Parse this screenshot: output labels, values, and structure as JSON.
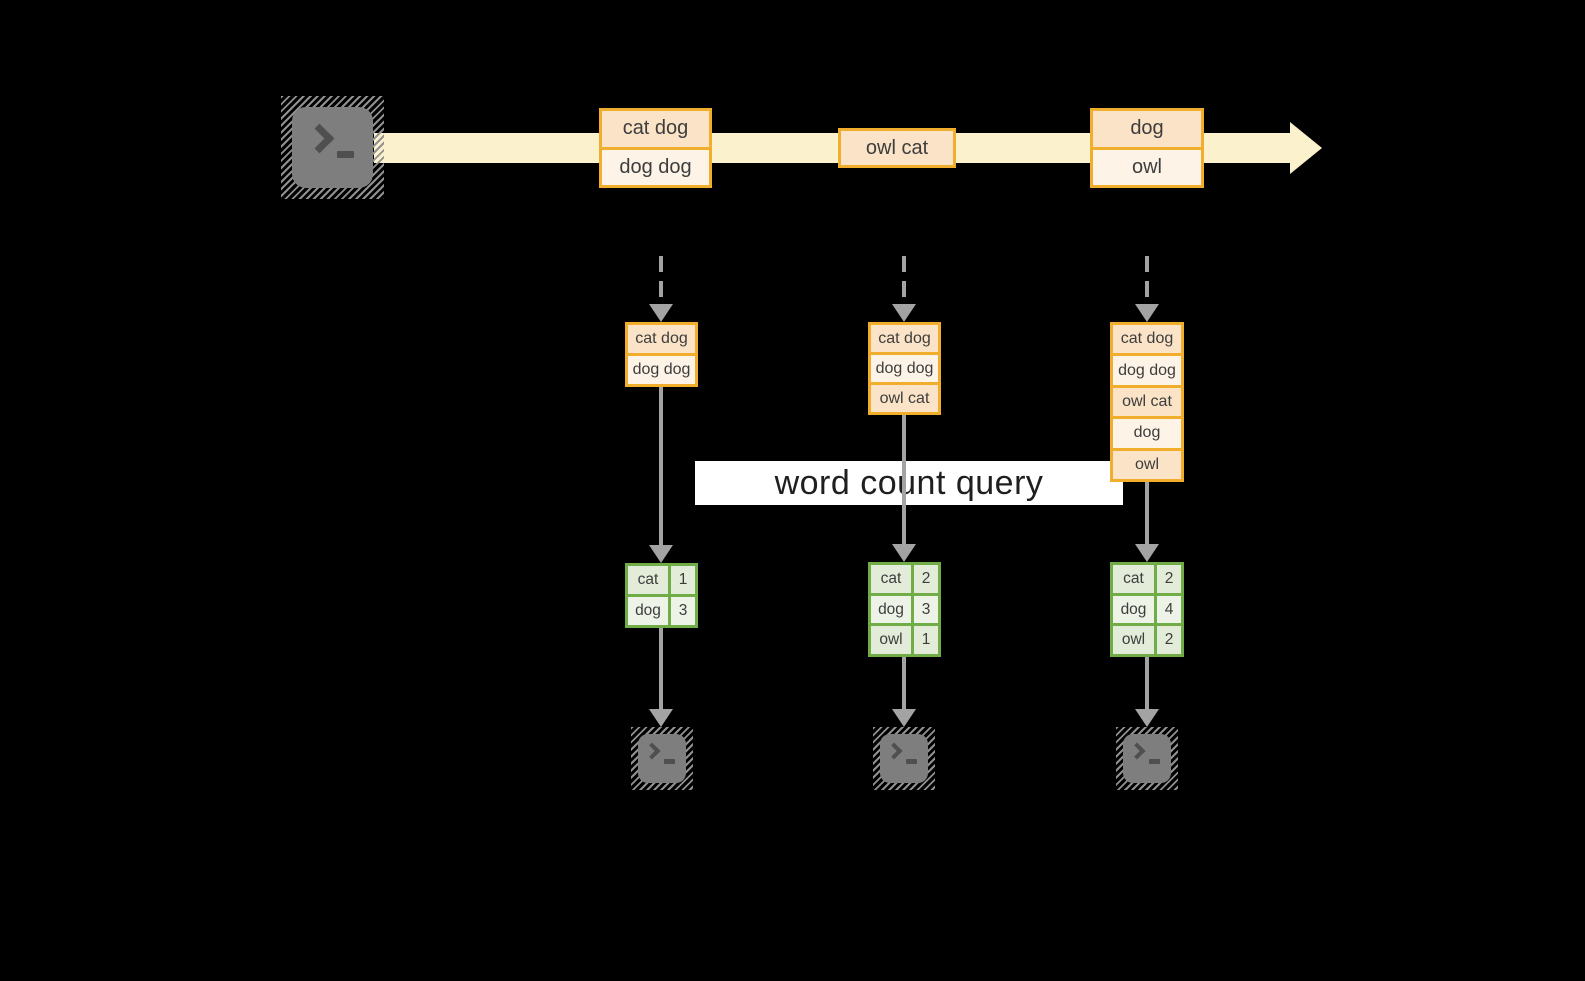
{
  "palette": {
    "background": "#000000",
    "stream_band": "#fbf1cd",
    "orange_border": "#f0ae2c",
    "orange_fill_dark": "#fae3c6",
    "orange_fill_light": "#fdf3e6",
    "green_border": "#71ad47",
    "green_fill_dark": "#e2ecd9",
    "green_fill_light": "#edf3e7",
    "arrow_gray": "#a3a3a3",
    "terminal_gray": "#7e7e7e",
    "text": "#3d3d3d"
  },
  "icons": {
    "source": "terminal-icon",
    "sink": "terminal-icon"
  },
  "stream": {
    "elements": [
      {
        "lines": [
          "cat dog",
          "dog dog"
        ]
      },
      {
        "lines": [
          "owl cat"
        ]
      },
      {
        "lines": [
          "dog",
          "owl"
        ]
      }
    ]
  },
  "query_label": "word count query",
  "columns": [
    {
      "buffer": [
        "cat dog",
        "dog dog"
      ],
      "counts": [
        {
          "word": "cat",
          "count": "1"
        },
        {
          "word": "dog",
          "count": "3"
        }
      ]
    },
    {
      "buffer": [
        "cat dog",
        "dog dog",
        "owl cat"
      ],
      "counts": [
        {
          "word": "cat",
          "count": "2"
        },
        {
          "word": "dog",
          "count": "3"
        },
        {
          "word": "owl",
          "count": "1"
        }
      ]
    },
    {
      "buffer": [
        "cat dog",
        "dog dog",
        "owl cat",
        "dog",
        "owl"
      ],
      "counts": [
        {
          "word": "cat",
          "count": "2"
        },
        {
          "word": "dog",
          "count": "4"
        },
        {
          "word": "owl",
          "count": "2"
        }
      ]
    }
  ]
}
